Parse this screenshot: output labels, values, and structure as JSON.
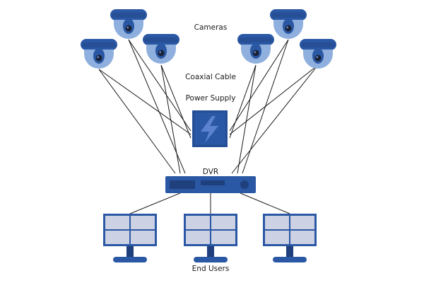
{
  "labels": {
    "cameras": "Cameras",
    "coaxial_cable": "Coaxial Cable",
    "power_supply": "Power Supply",
    "dvr": "DVR",
    "end_users": "End Users"
  },
  "colors": {
    "primary_blue": "#2a58a4",
    "dark_blue": "#1f3f7d",
    "light_blue": "#8fb0de",
    "lens_black": "#1b2233",
    "monitor_screen": "#cdd1e4",
    "line": "#1a1a1a",
    "bolt": "#5b82cf"
  },
  "icons": {
    "camera": "dome-camera-icon",
    "power": "lightning-bolt-icon",
    "dvr": "dvr-recorder-icon",
    "monitor": "monitor-icon"
  }
}
